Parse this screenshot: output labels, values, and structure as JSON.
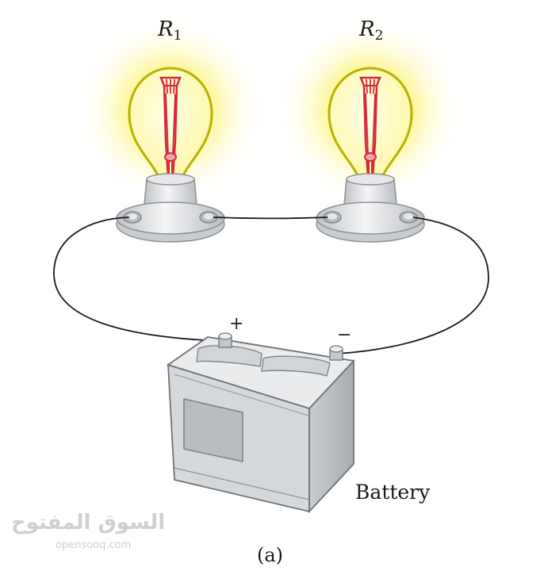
{
  "labels": {
    "r1_symbol": "R",
    "r1_sub": "1",
    "r2_symbol": "R",
    "r2_sub": "2",
    "plus": "+",
    "minus": "−",
    "battery": "Battery",
    "caption": "(a)"
  },
  "watermark": {
    "arabic": "السوق المفتوح",
    "latin": "opensooq.com"
  },
  "colors": {
    "glow": "#fff27a",
    "bulb_outline": "#b5b300",
    "filament": "#d7263d",
    "battery_body": "#d0d3d6",
    "wire": "#1a1a1a"
  }
}
